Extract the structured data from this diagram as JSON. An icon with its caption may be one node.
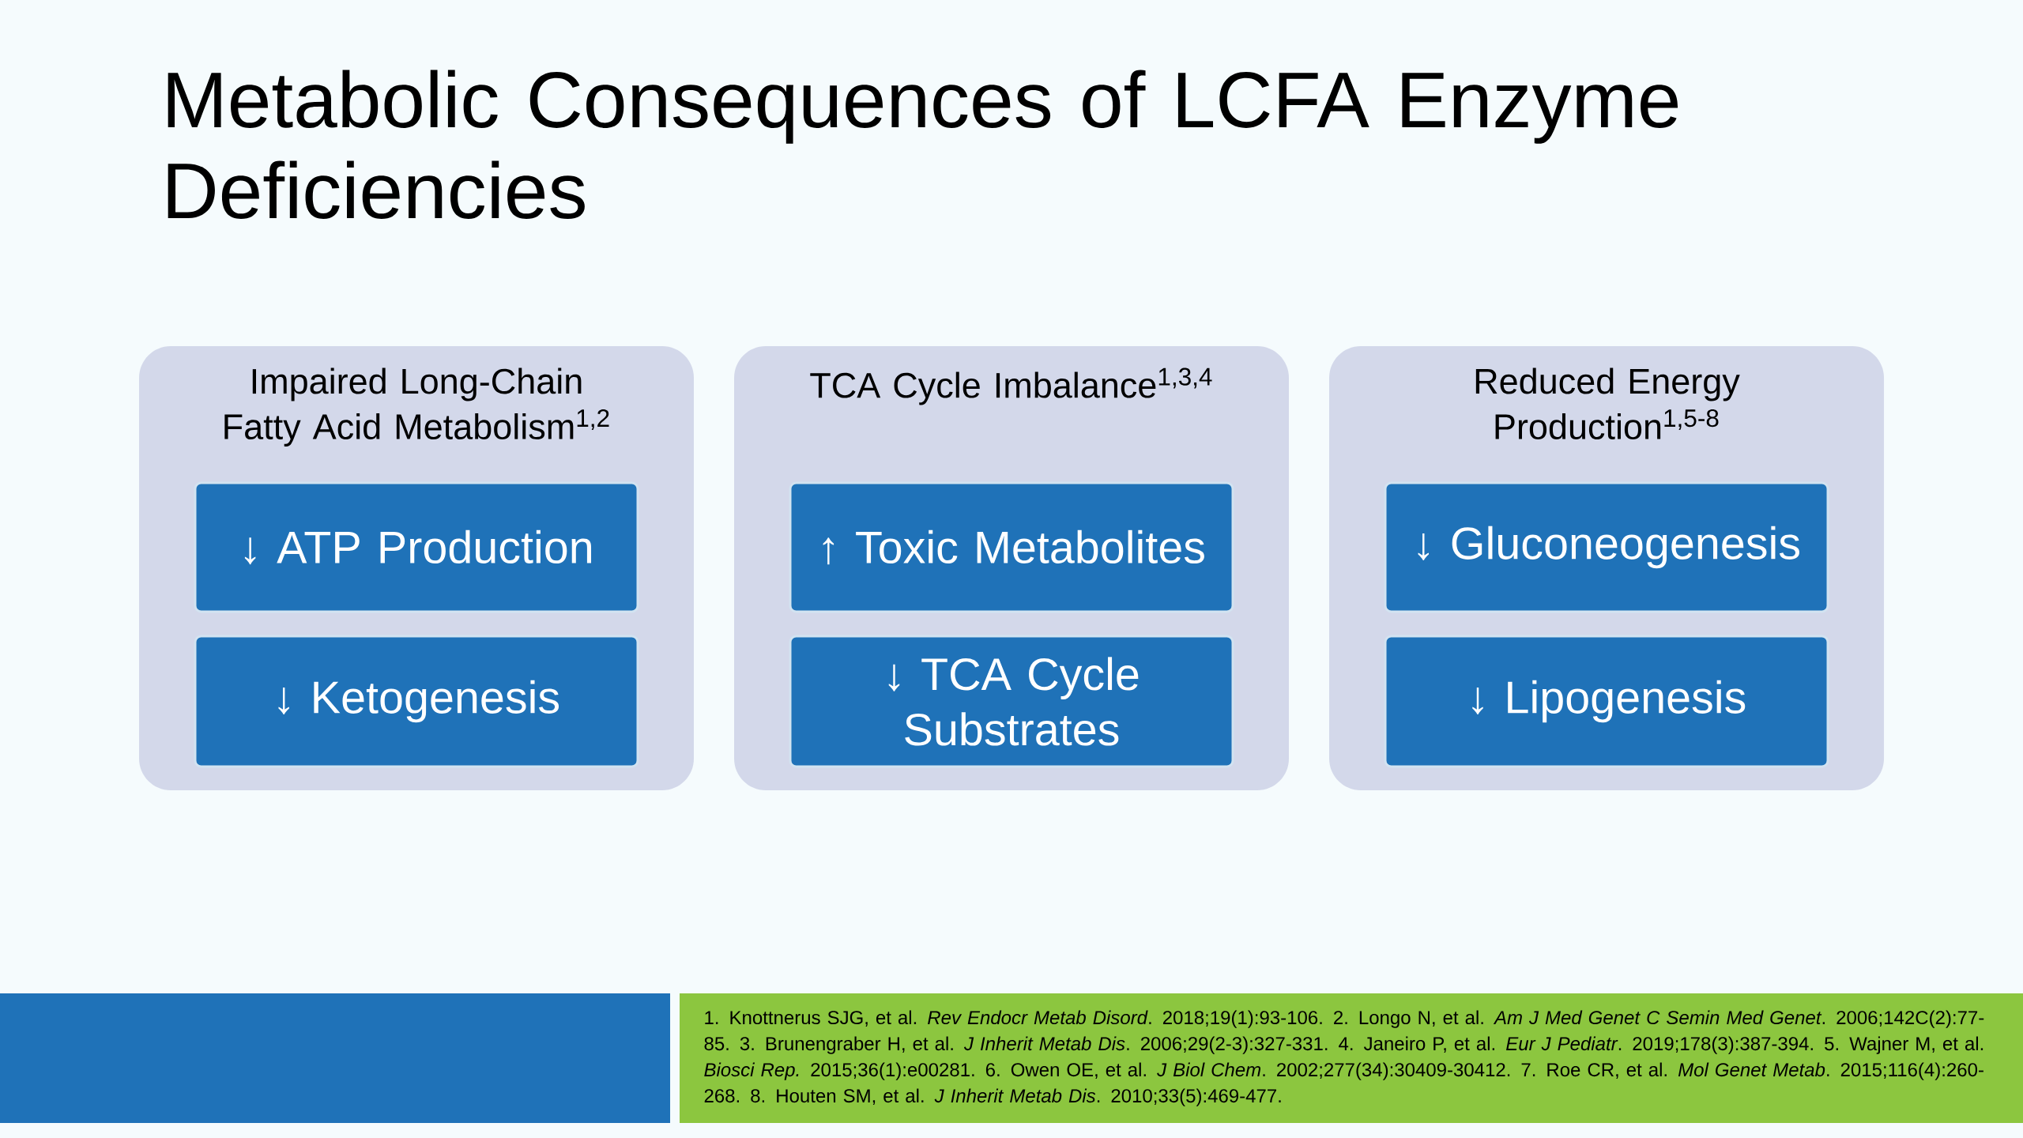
{
  "diagram": {
    "title": "Metabolic Consequences of LCFA Enzyme Deficiencies",
    "nodes": [
      {
        "text": [
          "Impaired Long-Chain Fatty Acid Metabolism$^{1,2}$"
        ]
      },
      {
        "text": [
          "↓ ATP Production"
        ],
        "in": 0
      },
      {
        "text": [
          "↓ Ketogenesis"
        ],
        "in": 0
      },
      {
        "text": [
          "TCA Cycle Imbalance$^{1,3,4}$"
        ]
      },
      {
        "text": [
          "↑ Toxic Metabolites"
        ],
        "in": 3
      },
      {
        "text": [
          "↓ TCA Cycle Substrates"
        ],
        "in": 3
      },
      {
        "text": [
          "Reduced Energy Production$^{1,5-8}$"
        ]
      },
      {
        "text": [
          "↓ Gluconeogenesis"
        ],
        "in": 6
      },
      {
        "text": [
          "↓ Lipogenesis"
        ],
        "in": 6
      }
    ],
    "labels": [
      "1. Knottnerus SJG, et al. *Rev Endocr Metab Disord*. 2018;19(1):93-106. 2. Longo N, et al. *Am J Med Genet C Semin Med Genet*. 2006;142C(2):77-85. 3. Brunengraber H, et al. *J Inherit Metab Dis*. 2006;29(2-3):327-331. 4. Janeiro P, et al. *Eur J Pediatr*. 2019;178(3):387-394. 5. Wajner M, et al. *Biosci Rep.* 2015;36(1):e00281. 6. Owen OE, et al. *J Biol Chem*. 2002;277(34):30409-30412. 7. Roe CR, et al. *Mol Genet Metab*. 2015;116(4):260-268. 8. Houten SM, et al. *J Inherit Metab Dis*. 2010;33(5):469-477."
    ]
  }
}
